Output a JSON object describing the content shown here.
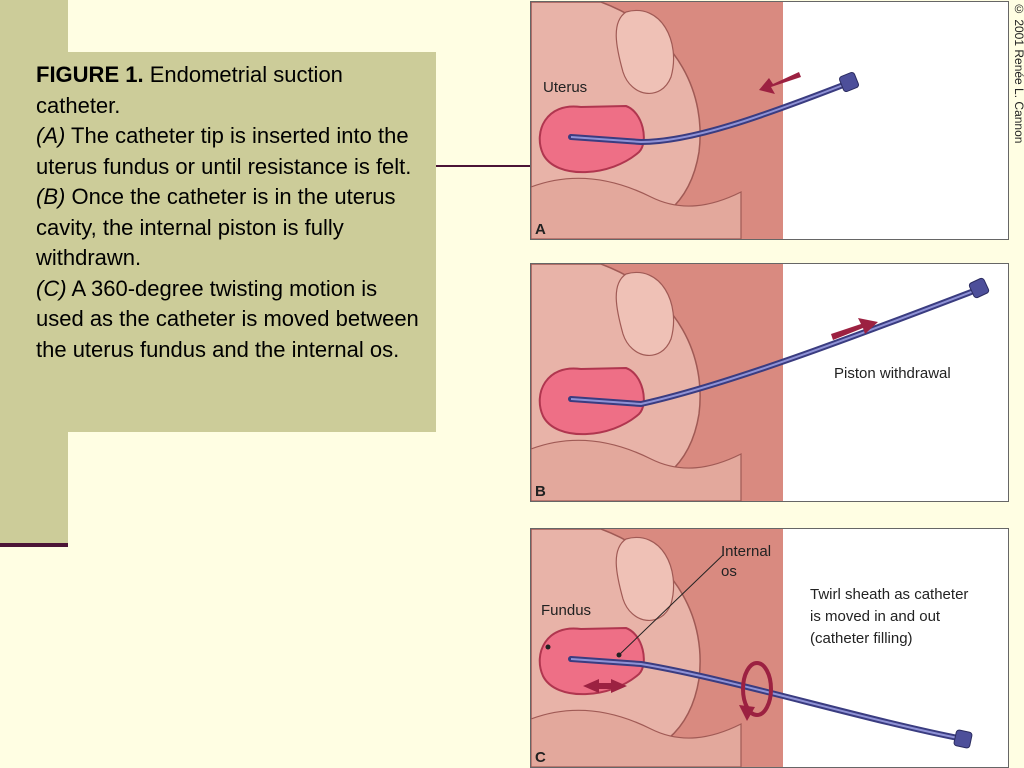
{
  "caption": {
    "figure_label": "FIGURE 1.",
    "figure_title": "Endometrial suction catheter.",
    "a_tag": "(A)",
    "a_text": "The catheter tip is inserted into the uterus fundus or until resistance is felt.",
    "b_tag": "(B)",
    "b_text": "Once the catheter is in the uterus cavity, the internal piston is fully withdrawn.",
    "c_tag": "(C)",
    "c_text": "A 360-degree twisting motion is used as the catheter is moved between the uterus fundus and the internal os."
  },
  "copyright": "© 2001 Renée L. Cannon",
  "panels": {
    "a": {
      "letter": "A",
      "uterus_label": "Uterus"
    },
    "b": {
      "letter": "B",
      "piston_label": "Piston withdrawal"
    },
    "c": {
      "letter": "C",
      "fundus_label": "Fundus",
      "internal_os_line1": "Internal",
      "internal_os_line2": "os",
      "twirl_line1": "Twirl sheath as catheter",
      "twirl_line2": "is moved in and out",
      "twirl_line3": "(catheter filling)"
    }
  },
  "colors": {
    "background": "#fffee3",
    "accent_bar": "#cccc99",
    "divider": "#4b1436",
    "tissue": "#d98a80",
    "uterus": "#ee6f86",
    "catheter": "#4d4f9a",
    "arrow": "#9c2141"
  }
}
